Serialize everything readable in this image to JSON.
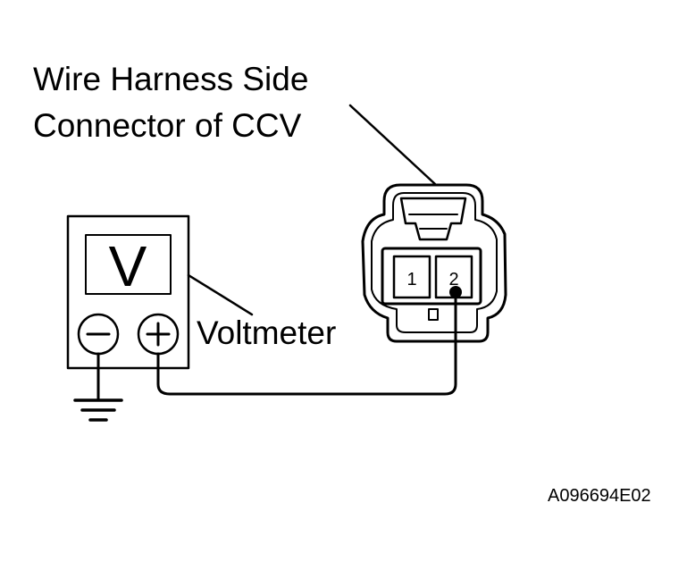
{
  "labels": {
    "connector_line_1": "Wire Harness Side",
    "connector_line_2": "Connector of CCV",
    "meter_symbol": "V",
    "meter_name": "Voltmeter",
    "figure_id": "A096694E02"
  },
  "connector": {
    "terminals": [
      "1",
      "2"
    ]
  },
  "colors": {
    "line": "#000000",
    "background": "#ffffff"
  }
}
